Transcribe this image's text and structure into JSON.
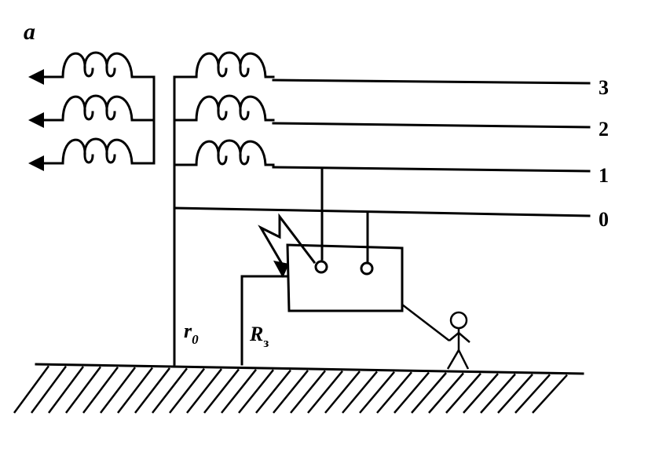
{
  "figure": {
    "panel_label": "a",
    "line_labels": [
      "3",
      "2",
      "1",
      "0"
    ],
    "r0_label": "r",
    "r0_sub": "0",
    "R3_label": "R",
    "R3_sub": "з"
  },
  "colors": {
    "ink": "#000000",
    "background": "#ffffff"
  },
  "icons": {
    "arrows": "arrow-left-icon",
    "coils": "coil-icon",
    "fault": "lightning-bolt-icon",
    "person": "person-icon",
    "ground": "ground-hatch-icon"
  }
}
